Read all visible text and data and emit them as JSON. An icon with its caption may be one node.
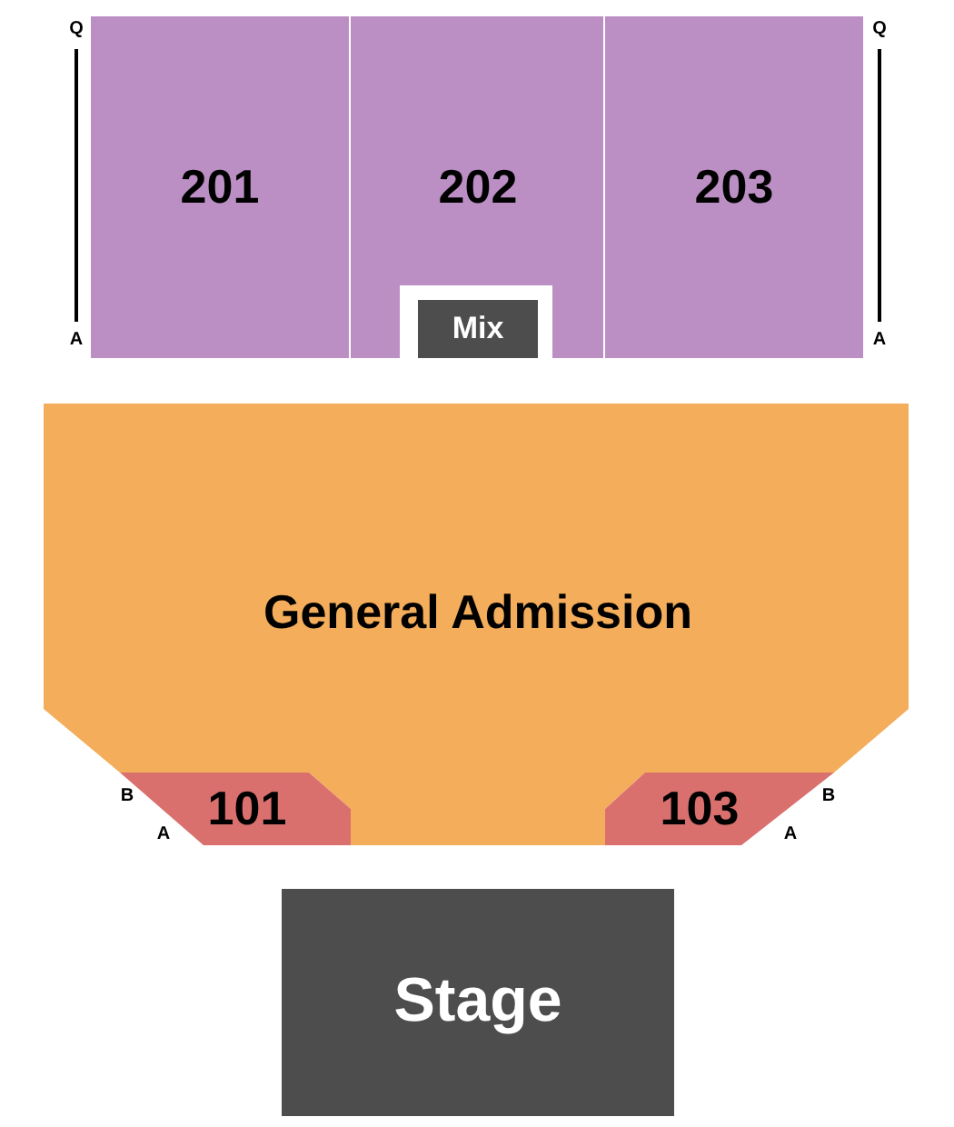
{
  "diagram": {
    "nodes": [
      {
        "text": [
          "201"
        ]
      },
      {
        "text": [
          "202"
        ]
      },
      {
        "text": [
          "203"
        ]
      },
      {
        "text": [
          "Mix"
        ]
      },
      {
        "text": [
          "General Admission"
        ]
      },
      {
        "text": [
          "101"
        ]
      },
      {
        "text": [
          "103"
        ]
      },
      {
        "text": [
          "Stage"
        ]
      }
    ],
    "labels": [
      "Q",
      "Q",
      "A",
      "A",
      "B",
      "B",
      "A",
      "A"
    ]
  }
}
